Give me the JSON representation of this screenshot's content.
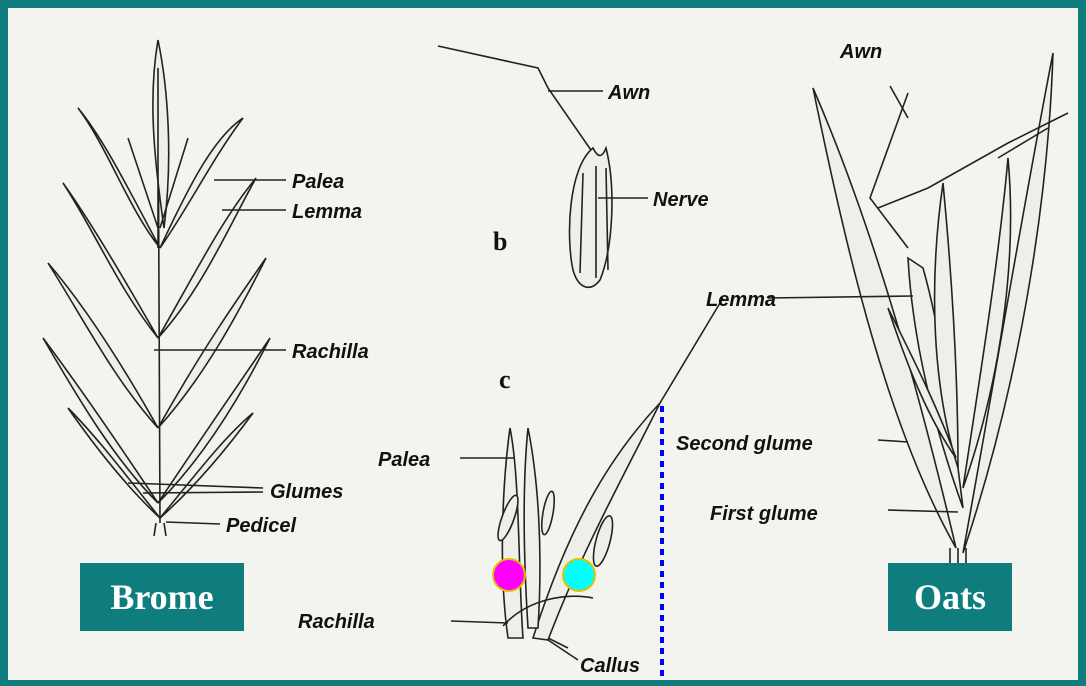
{
  "colors": {
    "accent": "#0f7d7d",
    "magenta_dot": "#ff00ff",
    "cyan_dot": "#00ffff",
    "dotted_line": "#0000ff"
  },
  "labels": {
    "brome": {
      "palea": "Palea",
      "lemma": "Lemma",
      "rachilla": "Rachilla",
      "glumes": "Glumes",
      "pedicel": "Pedicel"
    },
    "b": {
      "letter": "b",
      "awn": "Awn",
      "nerve": "Nerve"
    },
    "c": {
      "letter": "c",
      "palea": "Palea",
      "rachilla": "Rachilla",
      "callus": "Callus"
    },
    "oats": {
      "awn": "Awn",
      "lemma": "Lemma",
      "second_glume": "Second glume",
      "first_glume": "First glume"
    }
  },
  "boxes": {
    "brome": "Brome",
    "oats": "Oats"
  }
}
